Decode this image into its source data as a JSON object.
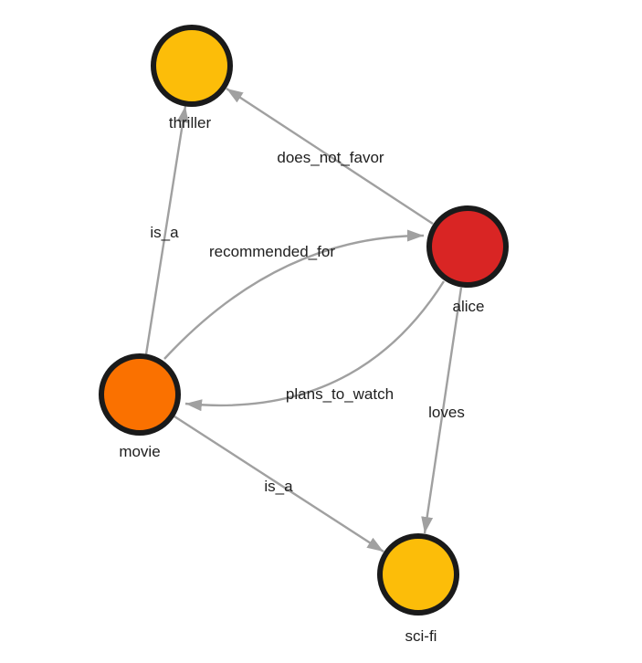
{
  "graph": {
    "background_color": "#ffffff",
    "edge_color": "#a0a0a0",
    "arrowhead_color": "#a0a0a0",
    "node_border_color": "#1a1a1a",
    "label_color": "#1e1e1e",
    "nodes": [
      {
        "id": "thriller",
        "label": "thriller",
        "color": "#fcbd09"
      },
      {
        "id": "alice",
        "label": "alice",
        "color": "#d92524"
      },
      {
        "id": "movie",
        "label": "movie",
        "color": "#fa7100"
      },
      {
        "id": "sci-fi",
        "label": "sci-fi",
        "color": "#fcbd09"
      }
    ],
    "edges": [
      {
        "from": "movie",
        "to": "thriller",
        "label": "is_a"
      },
      {
        "from": "alice",
        "to": "thriller",
        "label": "does_not_favor"
      },
      {
        "from": "movie",
        "to": "alice",
        "label": "recommended_for"
      },
      {
        "from": "alice",
        "to": "movie",
        "label": "plans_to_watch"
      },
      {
        "from": "alice",
        "to": "sci-fi",
        "label": "loves"
      },
      {
        "from": "movie",
        "to": "sci-fi",
        "label": "is_a"
      }
    ]
  }
}
